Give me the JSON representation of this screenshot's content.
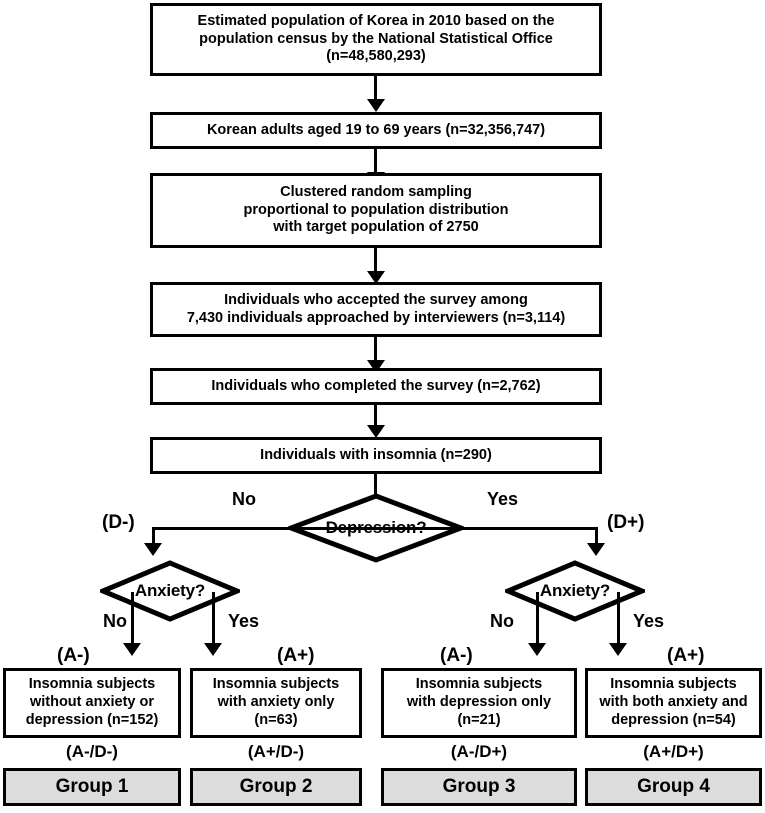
{
  "figure": {
    "type": "flowchart",
    "title": "Study participant selection flow diagram"
  },
  "steps": [
    {
      "id": "population",
      "text": "Estimated population of Korea in 2010 based on the\npopulation census by the National Statistical Office\n(n=48,580,293)"
    },
    {
      "id": "adults",
      "text": "Korean adults aged 19 to 69 years (n=32,356,747)"
    },
    {
      "id": "sampling",
      "text": "Clustered random sampling\nproportional to population distribution\nwith target population of 2750"
    },
    {
      "id": "accepted",
      "text": "Individuals who accepted the survey among\n7,430 individuals approached by interviewers (n=3,114)"
    },
    {
      "id": "completed",
      "text": "Individuals who completed the survey  (n=2,762)"
    },
    {
      "id": "insomnia",
      "text": "Individuals with insomnia (n=290)"
    }
  ],
  "decisions": {
    "depression": {
      "label": "Depression?",
      "no_label": "No",
      "yes_label": "Yes",
      "no_tag": "(D-)",
      "yes_tag": "(D+)"
    },
    "anxiety_left": {
      "label": "Anxiety?",
      "no_label": "No",
      "yes_label": "Yes",
      "no_tag": "(A-)",
      "yes_tag": "(A+)"
    },
    "anxiety_right": {
      "label": "Anxiety?",
      "no_label": "No",
      "yes_label": "Yes",
      "no_tag": "(A-)",
      "yes_tag": "(A+)"
    }
  },
  "results": [
    {
      "text": "Insomnia subjects\nwithout anxiety or\ndepression (n=152)",
      "combo": "(A-/D-)",
      "group": "Group 1",
      "n": 152
    },
    {
      "text": "Insomnia subjects\nwith anxiety only\n(n=63)",
      "combo": "(A+/D-)",
      "group": "Group 2",
      "n": 63
    },
    {
      "text": "Insomnia subjects\nwith depression only\n(n=21)",
      "combo": "(A-/D+)",
      "group": "Group 3",
      "n": 21
    },
    {
      "text": "Insomnia subjects\nwith both anxiety and\ndepression (n=54)",
      "combo": "(A+/D+)",
      "group": "Group 4",
      "n": 54
    }
  ],
  "colors": {
    "stroke": "#000000",
    "background": "#ffffff",
    "group_fill": "#dcdcdc"
  }
}
